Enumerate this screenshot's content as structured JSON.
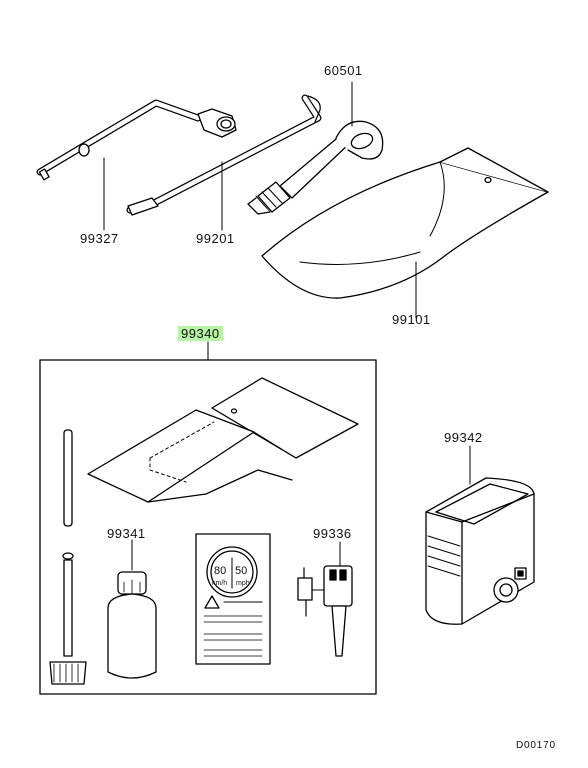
{
  "diagram": {
    "drawing_code": "D00170",
    "callouts": {
      "p60501": "60501",
      "p99327": "99327",
      "p99201": "99201",
      "p99101": "99101",
      "p99340": "99340",
      "p99342": "99342",
      "p99341": "99341",
      "p99336": "99336"
    },
    "label_sticker": {
      "speed_1": "80",
      "speed_2": "50",
      "unit_1": "km/h",
      "unit_2": "mph"
    },
    "highlight_color": "#b9f3a5",
    "line_color": "#000000"
  }
}
